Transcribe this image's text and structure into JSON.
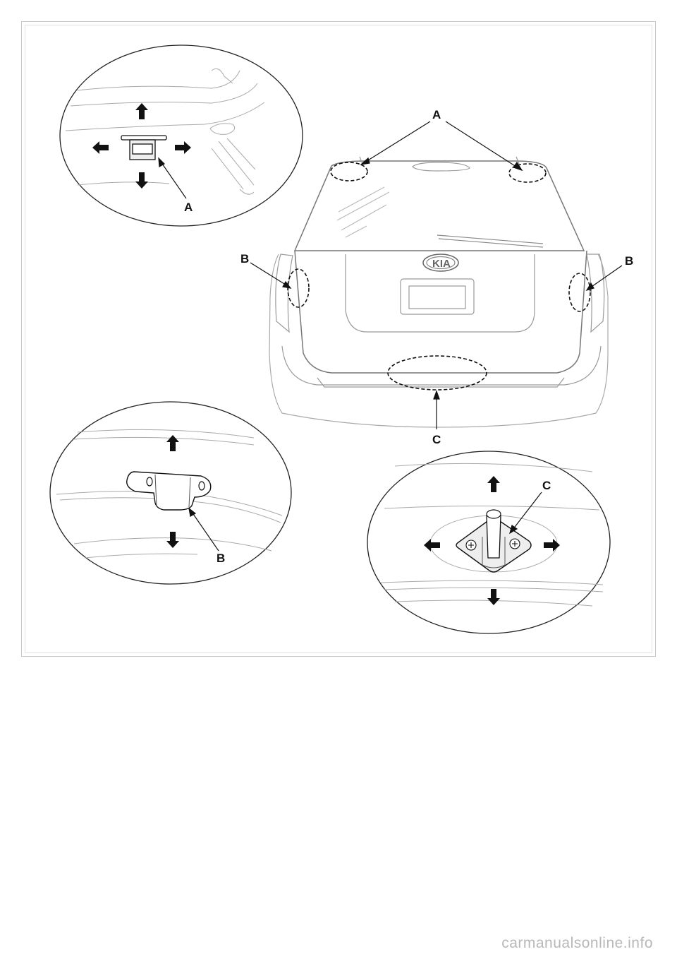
{
  "callouts": {
    "a_main": "A",
    "b_left": "B",
    "b_right": "B",
    "c_main": "C",
    "a_detail": "A",
    "b_detail": "B",
    "c_detail": "C"
  },
  "badge": {
    "logo_text": "KIA"
  },
  "watermark": {
    "text": "carmanualsonline.info"
  }
}
